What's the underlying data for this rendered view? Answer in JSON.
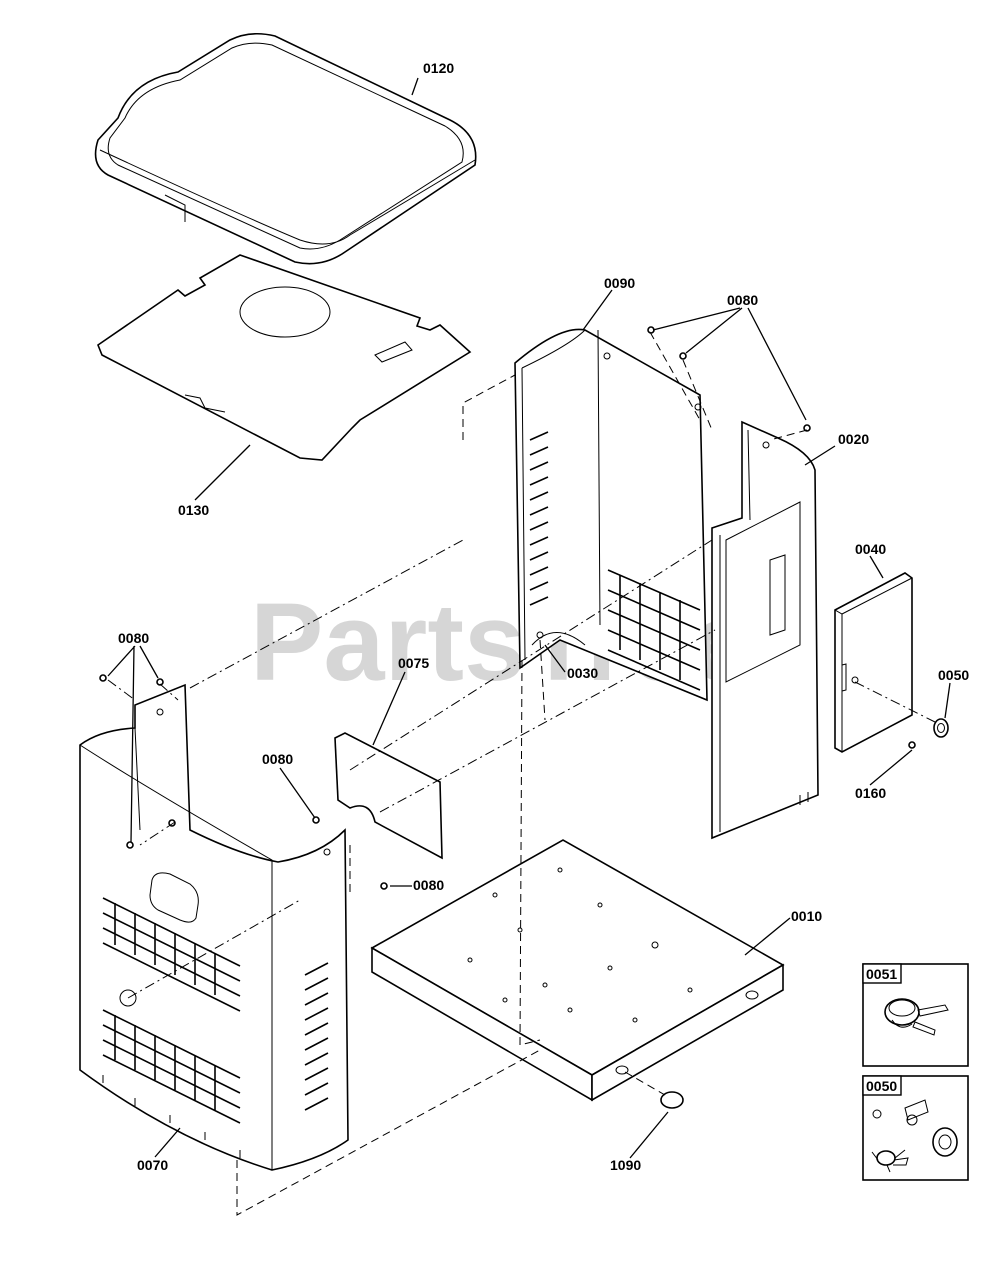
{
  "watermark": "PartsTree",
  "callouts": {
    "p0120": "0120",
    "p0130": "0130",
    "p0090": "0090",
    "p0080_top": "0080",
    "p0020": "0020",
    "p0040": "0040",
    "p0050": "0050",
    "p0160": "0160",
    "p0030": "0030",
    "p0075": "0075",
    "p0080_left": "0080",
    "p0080_mid": "0080",
    "p0080_low": "0080",
    "p0010": "0010",
    "p0070": "0070",
    "p1090": "1090"
  },
  "insets": {
    "kit_0051": "0051",
    "kit_0050": "0050"
  }
}
